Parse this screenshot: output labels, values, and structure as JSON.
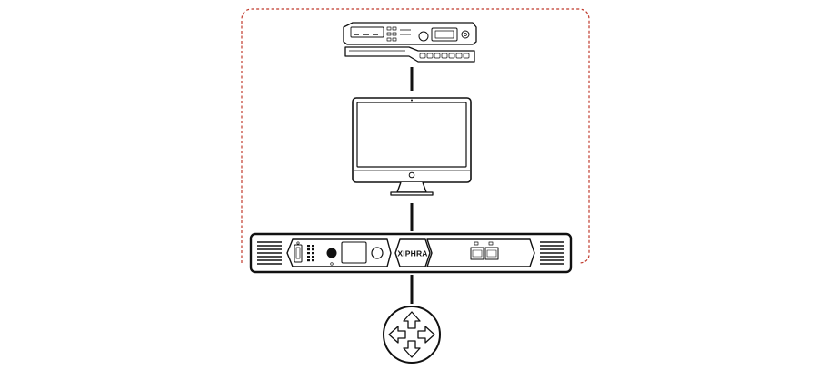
{
  "diagram": {
    "brand_label": "XIPHRA",
    "colors": {
      "stroke": "#111111",
      "group_border": "#c0392b",
      "background": "#ffffff"
    },
    "nodes": [
      {
        "id": "set-top-box",
        "kind": "set-top-box-icon"
      },
      {
        "id": "monitor",
        "kind": "monitor-icon"
      },
      {
        "id": "rack-device",
        "kind": "rack-appliance-icon"
      },
      {
        "id": "router",
        "kind": "router-icon"
      }
    ],
    "links": [
      {
        "from": "set-top-box",
        "to": "monitor"
      },
      {
        "from": "monitor",
        "to": "rack-device"
      },
      {
        "from": "rack-device",
        "to": "router"
      }
    ],
    "group": {
      "members": [
        "set-top-box",
        "monitor",
        "rack-device"
      ],
      "style": "dashed"
    }
  }
}
